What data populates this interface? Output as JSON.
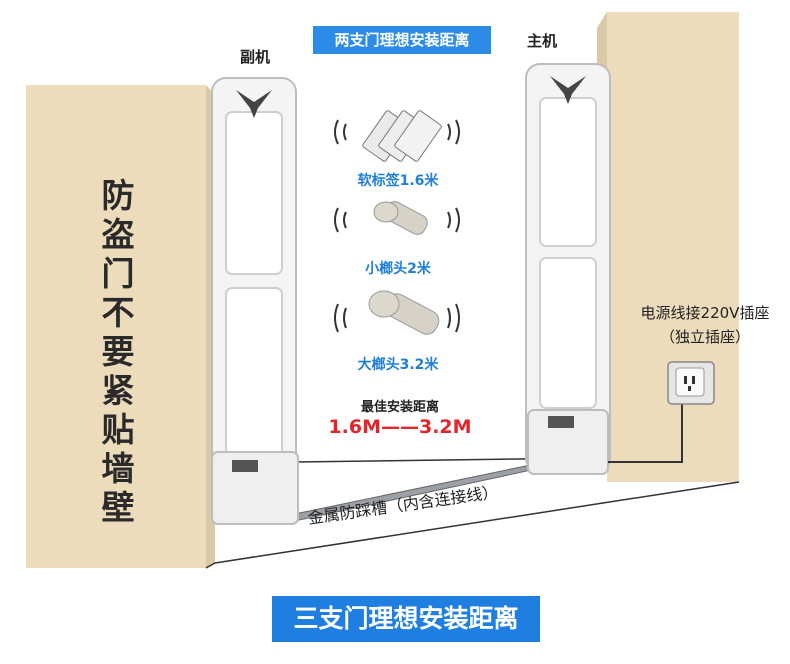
{
  "top_badge": "两支门理想安装距离",
  "left_unit_label": "副机",
  "right_unit_label": "主机",
  "left_wall_text": [
    "防",
    "盗",
    "门",
    "不",
    "要",
    "紧",
    "贴",
    "墙",
    "壁"
  ],
  "tags": [
    {
      "label": "软标签1.6米",
      "icon": "soft-label-icon"
    },
    {
      "label": "小榔头2米",
      "icon": "small-hammer-tag-icon"
    },
    {
      "label": "大榔头3.2米",
      "icon": "large-hammer-tag-icon"
    }
  ],
  "best_distance_label": "最佳安装距离",
  "best_distance_range": "1.6M——3.2M",
  "power_note_line1": "电源线接220V插座",
  "power_note_line2": "（独立插座）",
  "track_label": "金属防踩槽（内含连接线）",
  "bottom_badge": "三支门理想安装距离",
  "colors": {
    "wall": "#ecdcbc",
    "badge": "#1e7fe0",
    "accent_blue": "#1f7fd8",
    "range_red": "#e3242b"
  }
}
